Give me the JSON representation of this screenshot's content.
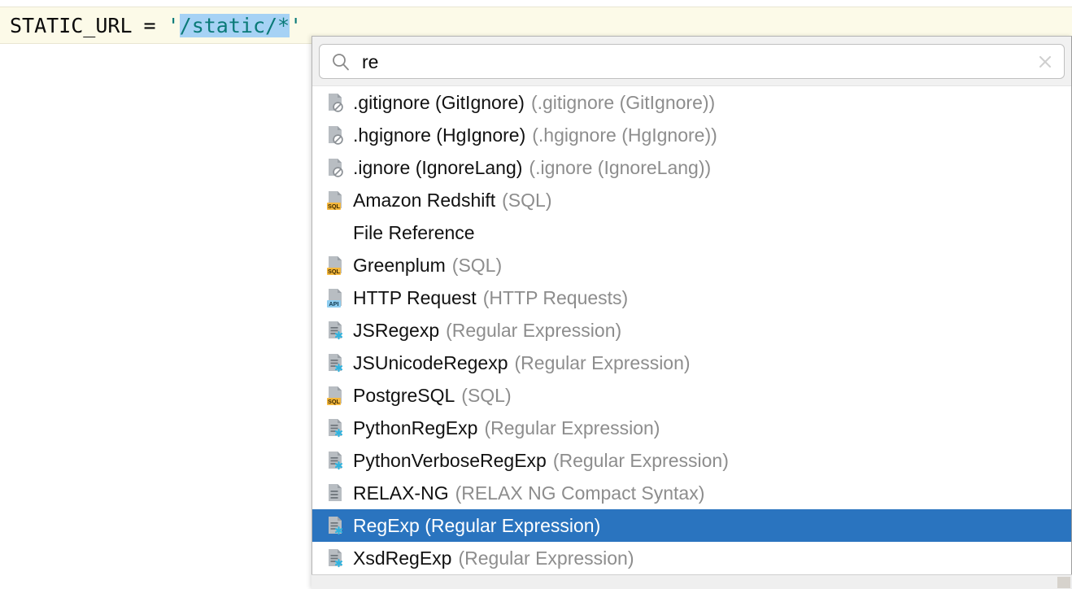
{
  "editor": {
    "code": {
      "identifier": "STATIC_URL",
      "operator": "=",
      "quote_open": "'",
      "selected_value": "/static/*",
      "quote_close": "'"
    },
    "current_line_bg": "#fcfae8",
    "selection_bg": "#a6d2f5",
    "string_color": "#0a7a78"
  },
  "popup": {
    "search": {
      "value": "re",
      "placeholder": "",
      "search_icon": "search-icon",
      "clear_icon": "close-icon"
    },
    "selection_color": "#2a74bf",
    "items": [
      {
        "icon": "file-ignore-icon",
        "label": ".gitignore (GitIgnore)",
        "sublabel": "(.gitignore (GitIgnore))",
        "selected": false
      },
      {
        "icon": "file-ignore-icon",
        "label": ".hgignore (HgIgnore)",
        "sublabel": "(.hgignore (HgIgnore))",
        "selected": false
      },
      {
        "icon": "file-ignore-icon",
        "label": ".ignore (IgnoreLang)",
        "sublabel": "(.ignore (IgnoreLang))",
        "selected": false
      },
      {
        "icon": "file-sql-icon",
        "label": "Amazon Redshift",
        "sublabel": "(SQL)",
        "selected": false
      },
      {
        "icon": "none",
        "label": "File Reference",
        "sublabel": "",
        "selected": false
      },
      {
        "icon": "file-sql-icon",
        "label": "Greenplum",
        "sublabel": "(SQL)",
        "selected": false
      },
      {
        "icon": "file-api-icon",
        "label": "HTTP Request",
        "sublabel": "(HTTP Requests)",
        "selected": false
      },
      {
        "icon": "file-regexp-icon",
        "label": "JSRegexp",
        "sublabel": "(Regular Expression)",
        "selected": false
      },
      {
        "icon": "file-regexp-icon",
        "label": "JSUnicodeRegexp",
        "sublabel": "(Regular Expression)",
        "selected": false
      },
      {
        "icon": "file-sql-icon",
        "label": "PostgreSQL",
        "sublabel": "(SQL)",
        "selected": false
      },
      {
        "icon": "file-regexp-icon",
        "label": "PythonRegExp",
        "sublabel": "(Regular Expression)",
        "selected": false
      },
      {
        "icon": "file-regexp-icon",
        "label": "PythonVerboseRegExp",
        "sublabel": "(Regular Expression)",
        "selected": false
      },
      {
        "icon": "file-plain-icon",
        "label": "RELAX-NG",
        "sublabel": "(RELAX NG Compact Syntax)",
        "selected": false
      },
      {
        "icon": "file-regexp-icon",
        "label": "RegExp (Regular Expression)",
        "sublabel": "",
        "selected": true
      },
      {
        "icon": "file-regexp-icon",
        "label": "XsdRegExp",
        "sublabel": "(Regular Expression)",
        "selected": false
      }
    ]
  }
}
